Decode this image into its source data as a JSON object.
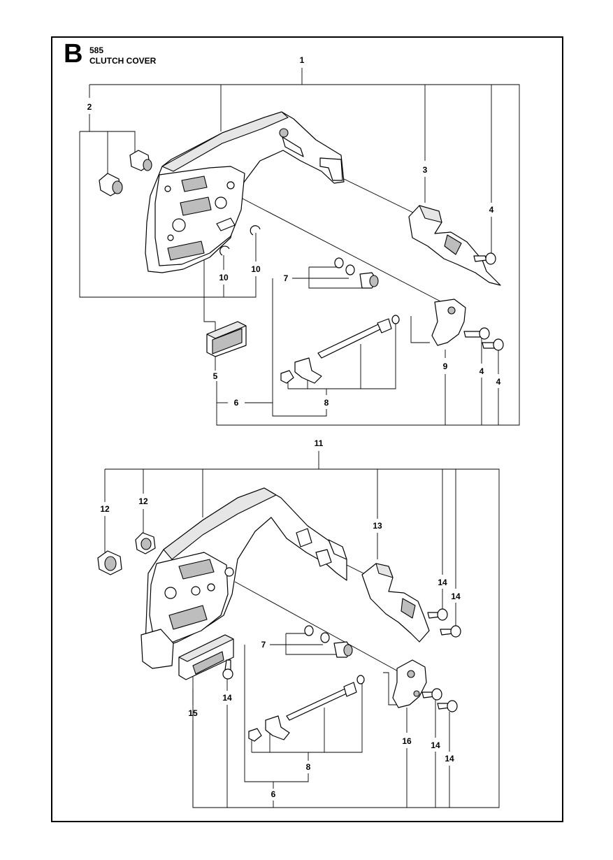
{
  "header": {
    "section_letter": "B",
    "model": "585",
    "title": "CLUTCH COVER"
  },
  "callouts": {
    "upper": {
      "c1": "1",
      "c2": "2",
      "c3": "3",
      "c4a": "4",
      "c4b": "4",
      "c4c": "4",
      "c5": "5",
      "c6": "6",
      "c7": "7",
      "c8": "8",
      "c9": "9",
      "c10a": "10",
      "c10b": "10"
    },
    "lower": {
      "c11": "11",
      "c12a": "12",
      "c12b": "12",
      "c13": "13",
      "c14a": "14",
      "c14b": "14",
      "c14c": "14",
      "c14d": "14",
      "c14e": "14",
      "c15": "15",
      "c16": "16",
      "c7": "7",
      "c8": "8",
      "c6": "6"
    }
  }
}
